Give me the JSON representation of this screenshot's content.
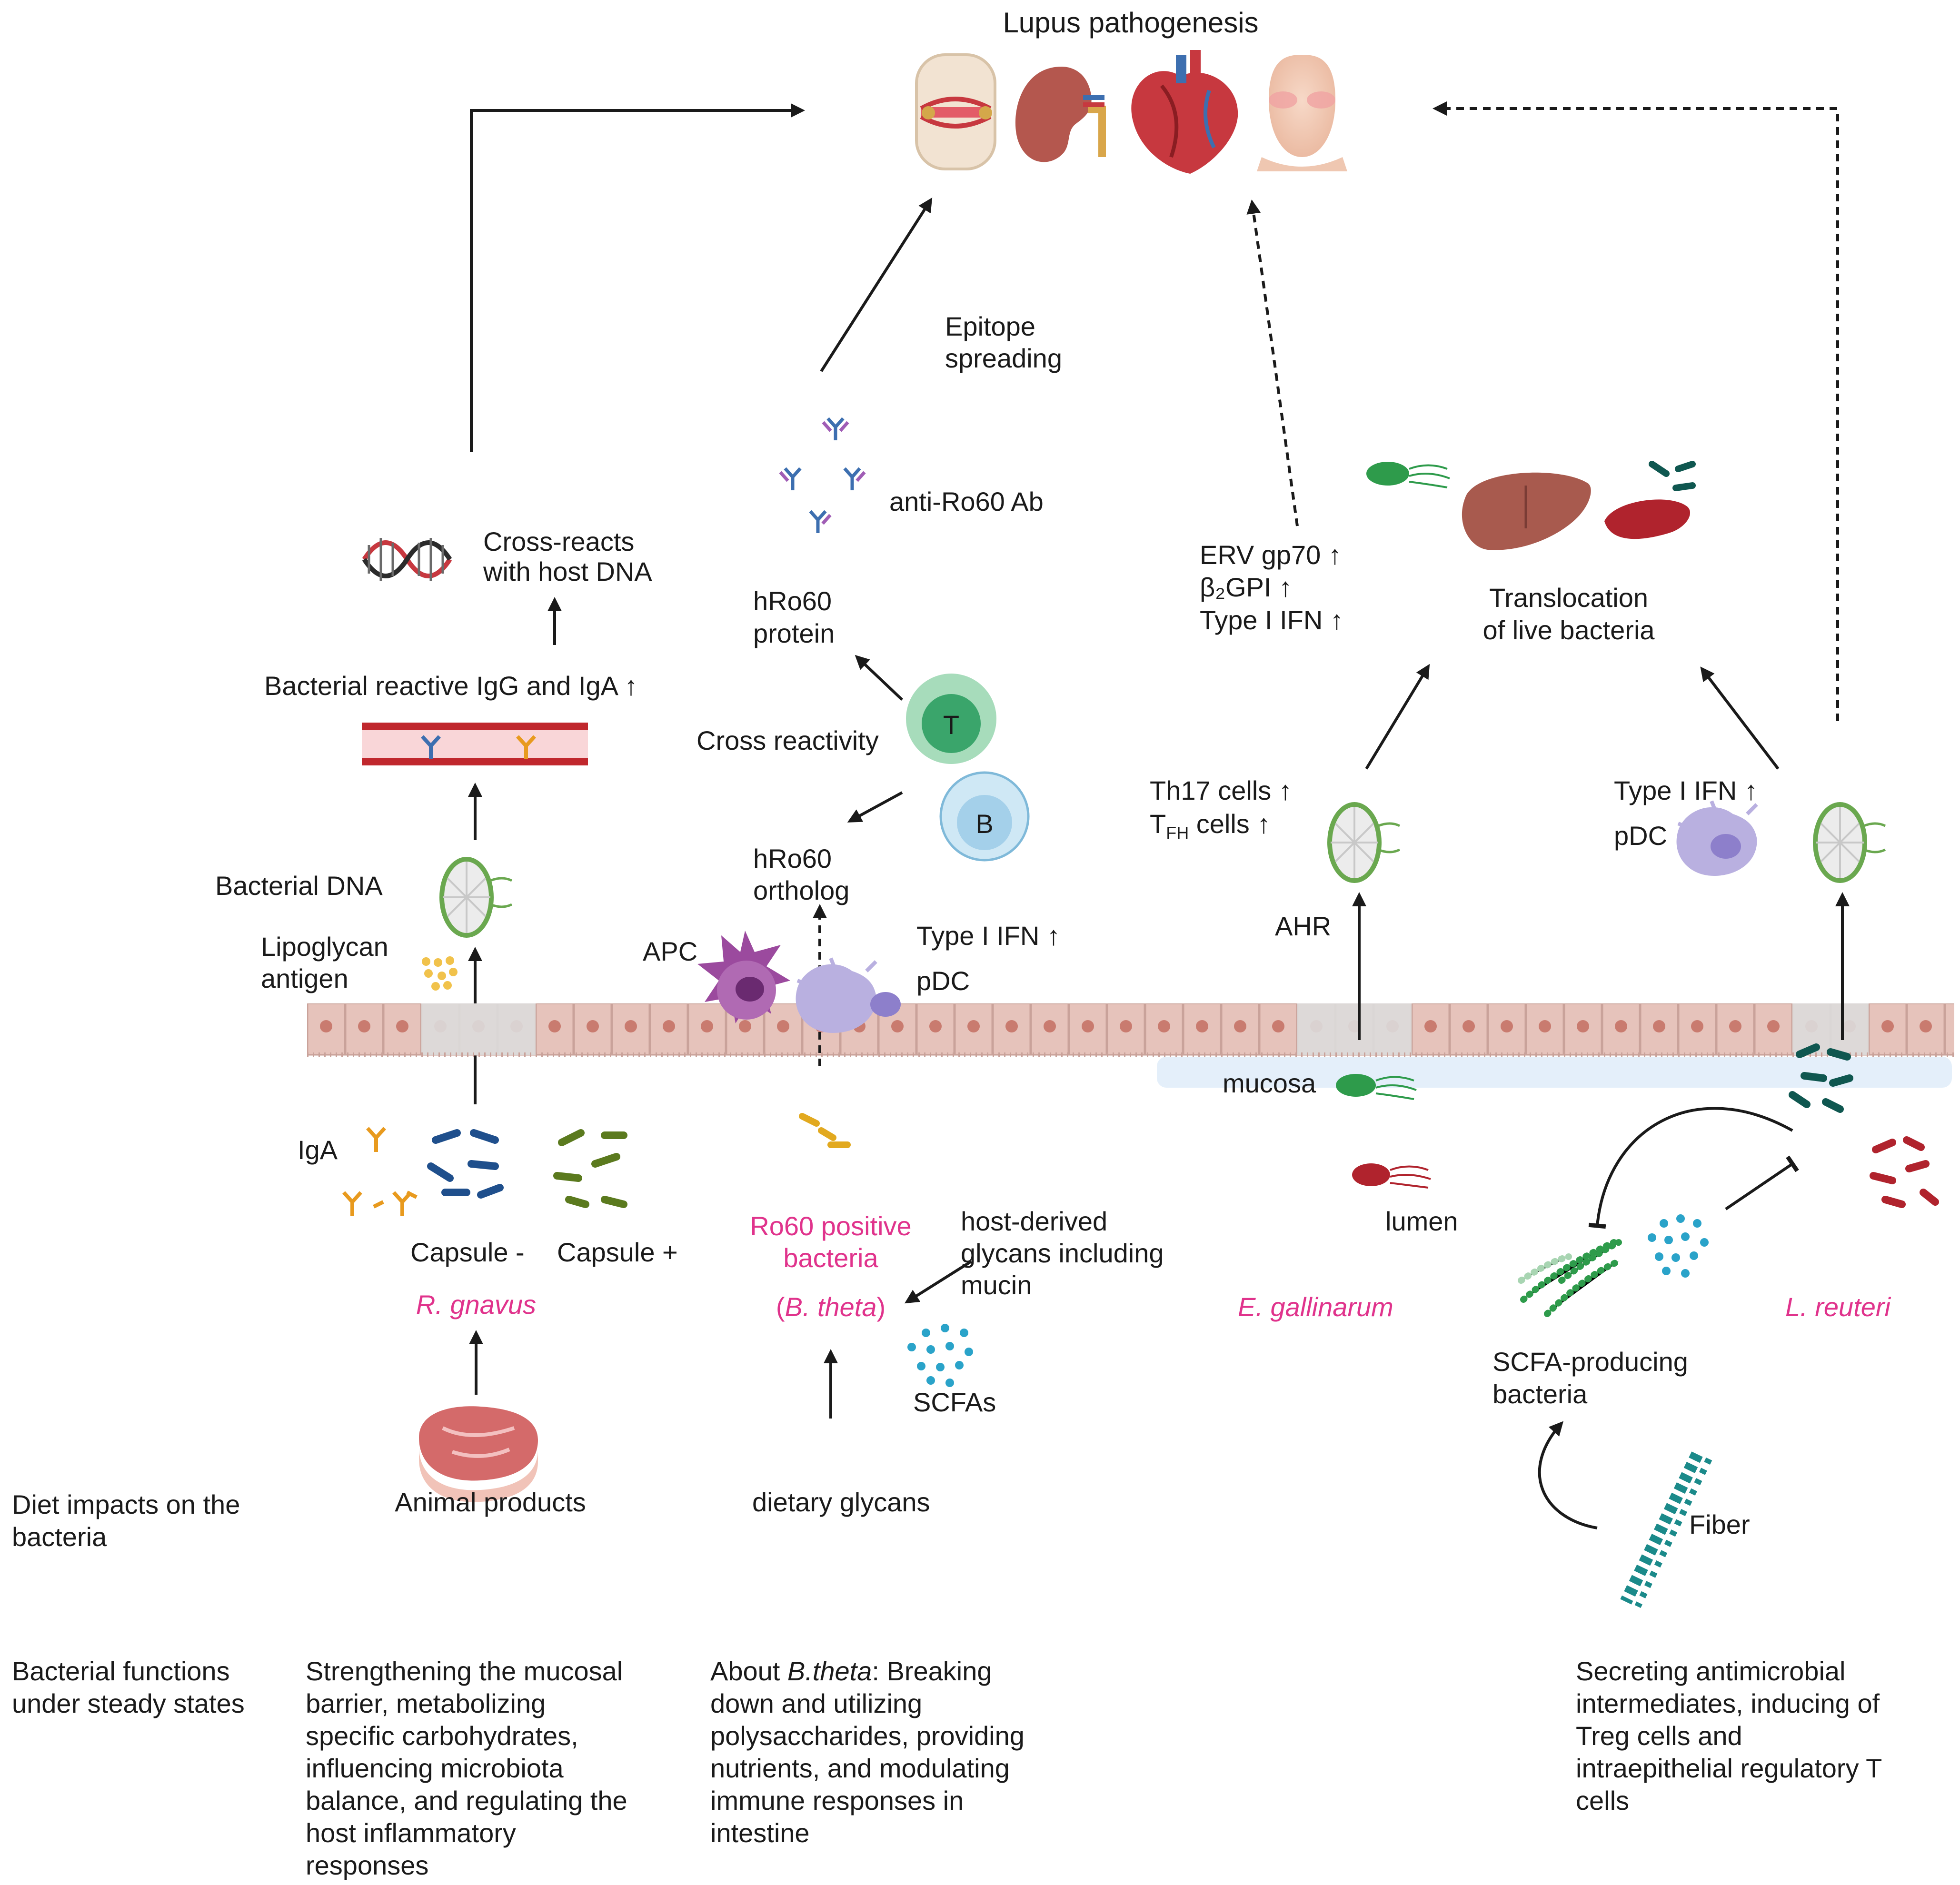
{
  "title": "Lupus pathogenesis",
  "left_branch": {
    "cross_reacts": [
      "Cross-reacts",
      "with host DNA"
    ],
    "reactive_ig": "Bacterial reactive IgG and IgA ↑",
    "bacterial_dna": "Bacterial DNA",
    "lipoglycan": [
      "Lipoglycan",
      "antigen"
    ],
    "iga": "IgA",
    "capsule_minus": "Capsule -",
    "capsule_plus": "Capsule +",
    "species": "R. gnavus",
    "diet": "Animal products",
    "functions": [
      "Strengthening the mucosal",
      "barrier, metabolizing",
      "specific carbohydrates,",
      "influencing microbiota",
      "balance, and regulating  the",
      "host inflammatory",
      "responses"
    ]
  },
  "center_branch": {
    "epitope": [
      "Epitope",
      "spreading"
    ],
    "antibody": "anti-Ro60 Ab",
    "protein": [
      "hRo60",
      "protein"
    ],
    "cross_reactivity": "Cross reactivity",
    "t_label": "T",
    "b_label": "B",
    "ortholog": [
      "hRo60",
      "ortholog"
    ],
    "apc": "APC",
    "ifn": "Type I IFN ↑",
    "pdc": "pDC",
    "species_title": [
      "Ro60 positive",
      "bacteria"
    ],
    "species_paren_open": "(",
    "species": "B. theta",
    "species_paren_close": ")",
    "host_glycans": [
      "host-derived",
      "glycans including",
      "mucin"
    ],
    "scfas": "SCFAs",
    "diet": "dietary glycans",
    "functions_prefix": "About ",
    "functions_species": "B.theta",
    "functions_first": ": Breaking",
    "functions": [
      "down and utilizing",
      "polysaccharides, providing",
      "nutrients, and modulating",
      "immune responses in",
      "intestine"
    ]
  },
  "right_branch": {
    "markers": [
      "ERV gp70 ↑",
      "β₂GPI ↑",
      "Type I IFN ↑"
    ],
    "translocation": [
      "Translocation",
      "of live bacteria"
    ],
    "th17": "Th17 cells ↑",
    "tfh_main": "T",
    "tfh_sub": "FH",
    "tfh_rest": " cells ↑",
    "ahr": "AHR",
    "ifn": "Type I IFN ↑",
    "pdc": "pDC",
    "mucosa": "mucosa",
    "lumen": "lumen",
    "species_e": "E. gallinarum",
    "species_l": "L. reuteri",
    "scfa_bacteria": [
      "SCFA-producing",
      "bacteria"
    ],
    "fiber": "Fiber",
    "functions": [
      "Secreting antimicrobial",
      "intermediates, inducing of",
      "Treg cells and",
      "intraepithelial regulatory T",
      "cells"
    ]
  },
  "side_labels": {
    "diet": [
      "Diet impacts on the",
      "bacteria"
    ],
    "functions": [
      "Bacterial functions",
      "under steady states"
    ]
  },
  "colors": {
    "epithelium": "#e6c3bb",
    "epithelium_gray": "#dcdcdc",
    "nucleus": "#c97b6f",
    "mucosa_band": "#e4effa",
    "species_pink": "#e0338c",
    "r_gnavus": "#1f4f8c",
    "capsule_plus": "#5b7a1e",
    "b_theta": "#e2a91f",
    "iga": "#e89a1e",
    "scfa": "#2aa3c9",
    "l_reuteri_green": "#0f5750",
    "red_bacteria": "#b0232d",
    "e_gallinarum": "#2e9b4b",
    "t_cell": "#4aa873",
    "b_cell": "#8fc8e6",
    "apc": "#9b4a9e",
    "pdc": "#a79ad8",
    "liver": "#a85a4e",
    "vessel": "#c0272d"
  }
}
